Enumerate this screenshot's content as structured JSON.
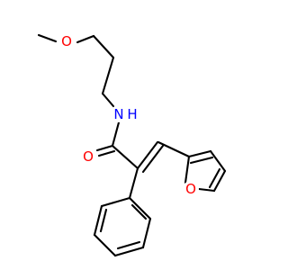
{
  "molecule": {
    "colors": {
      "bond": "#000000",
      "oxygen": "#ff0000",
      "nitrogen": "#0000ff"
    },
    "atoms": {
      "ether_o": {
        "label": "O",
        "element": "oxygen"
      },
      "amide_n": {
        "label": "N",
        "element": "nitrogen"
      },
      "amide_h": {
        "label": "H",
        "element": "nitrogen"
      },
      "carbonyl_o": {
        "label": "O",
        "element": "oxygen"
      },
      "furan_o": {
        "label": "O",
        "element": "oxygen"
      }
    }
  }
}
